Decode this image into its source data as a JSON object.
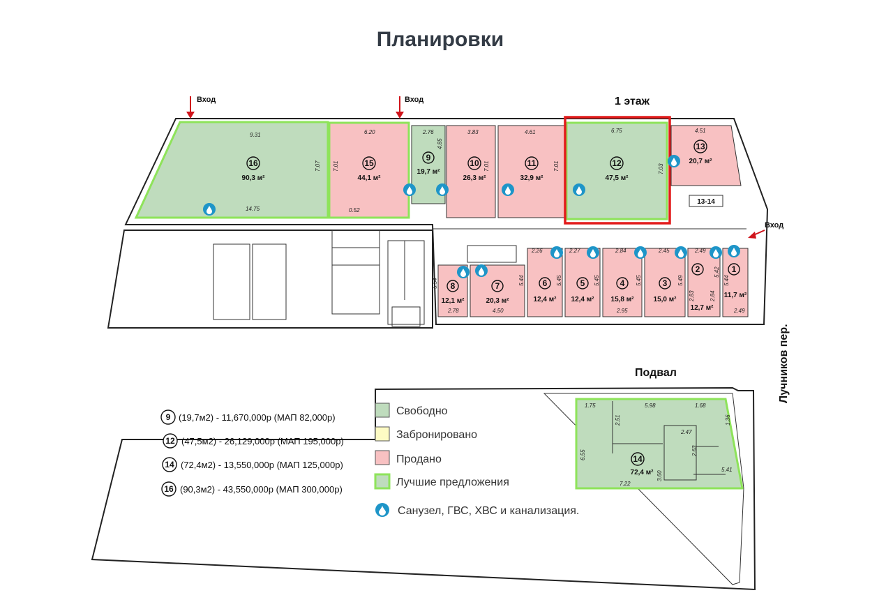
{
  "page_title": "Планировки",
  "floor1_label": "1 этаж",
  "basement_label": "Подвал",
  "entrance_label": "Вход",
  "street_label": "Лучников пер.",
  "colors": {
    "free": "#bfdcbd",
    "reserved": "#fdfbc4",
    "sold": "#f8c1c2",
    "best_border": "#8ee35a",
    "highlight": "#e21b1b",
    "water_icon": "#1e95c8"
  },
  "legend": [
    {
      "label": "Свободно",
      "swatch": "free"
    },
    {
      "label": "Забронировано",
      "swatch": "reserved"
    },
    {
      "label": "Продано",
      "swatch": "sold"
    },
    {
      "label": "Лучшие предложения",
      "swatch": "best"
    },
    {
      "label": "Санузел, ГВС, ХВС и канализация.",
      "swatch": "water-drop-icon"
    }
  ],
  "prices": [
    {
      "num": "9",
      "text": "(19,7м2) - 11,670,000р (МАП 82,000р)"
    },
    {
      "num": "12",
      "text": "(47,5м2) - 26,129,000р (МАП 195,000р)"
    },
    {
      "num": "14",
      "text": "(72,4м2) -  13,550,000р (МАП 125,000р)"
    },
    {
      "num": "16",
      "text": "(90,3м2) - 43,550,000р (МАП 300,000р)"
    }
  ],
  "rooms": [
    {
      "num": "16",
      "area": "90,3 м²",
      "status": "free"
    },
    {
      "num": "15",
      "area": "44,1 м²",
      "status": "sold"
    },
    {
      "num": "9",
      "area": "19,7 м²",
      "status": "free"
    },
    {
      "num": "10",
      "area": "26,3 м²",
      "status": "sold"
    },
    {
      "num": "11",
      "area": "32,9 м²",
      "status": "sold"
    },
    {
      "num": "12",
      "area": "47,5 м²",
      "status": "free"
    },
    {
      "num": "13",
      "area": "20,7 м²",
      "status": "sold"
    },
    {
      "num": "13-14",
      "area": "",
      "status": "other"
    },
    {
      "num": "8",
      "area": "12,1 м²",
      "status": "sold"
    },
    {
      "num": "7",
      "area": "20,3 м²",
      "status": "sold"
    },
    {
      "num": "6",
      "area": "12,4 м²",
      "status": "sold"
    },
    {
      "num": "5",
      "area": "12,4 м²",
      "status": "sold"
    },
    {
      "num": "4",
      "area": "15,8 м²",
      "status": "sold"
    },
    {
      "num": "3",
      "area": "15,0 м²",
      "status": "sold"
    },
    {
      "num": "2",
      "area": "12,7 м²",
      "status": "sold"
    },
    {
      "num": "1",
      "area": "11,7 м²",
      "status": "sold"
    },
    {
      "num": "14",
      "area": "72,4 м²",
      "status": "free"
    }
  ],
  "dimensions": [
    "9.31",
    "7.07",
    "14.75",
    "6.20",
    "7.01",
    "0.52",
    "2.76",
    "4.85",
    "3.83",
    "7.01",
    "4.61",
    "7.01",
    "6.75",
    "7.03",
    "4.51",
    "2.26",
    "2.27",
    "2.84",
    "2.45",
    "2.49",
    "5.44",
    "5.45",
    "5.45",
    "5.45",
    "5.49",
    "5.44",
    "5.54",
    "2.78",
    "4.50",
    "2.95",
    "2.49",
    "2.84",
    "2.83",
    "5.42",
    "5.98",
    "1.75",
    "1.68",
    "1.36",
    "6.55",
    "2.51",
    "3.60",
    "7.22",
    "5.41",
    "2.47",
    "2.63"
  ]
}
